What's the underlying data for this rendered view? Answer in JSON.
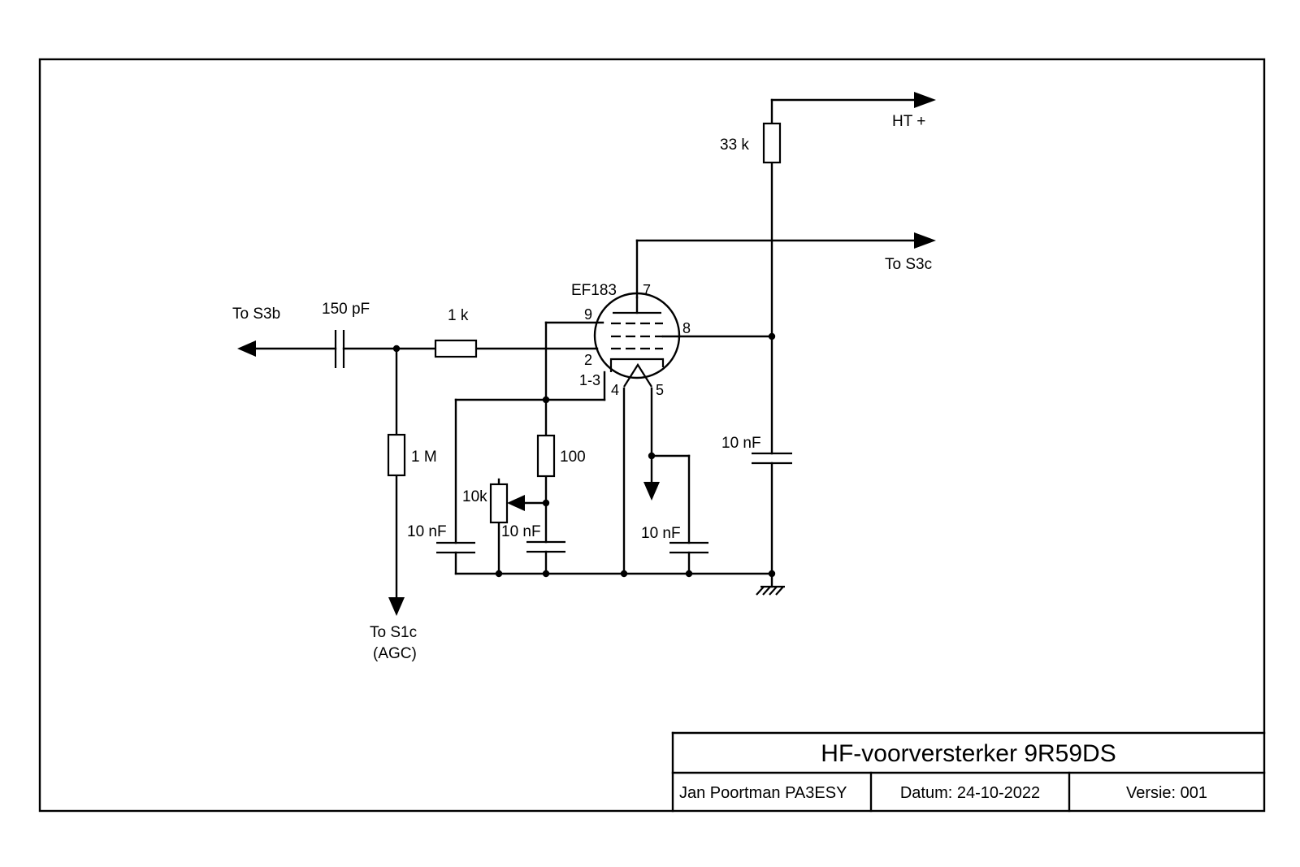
{
  "title_block": {
    "title": "HF-voorversterker 9R59DS",
    "author": "Jan Poortman  PA3ESY",
    "date": "Datum: 24-10-2022",
    "version": "Versie:  001"
  },
  "tube": {
    "type": "EF183",
    "pins": {
      "p7": "7",
      "p8": "8",
      "p9": "9",
      "p2": "2",
      "p13": "1-3",
      "p4": "4",
      "p5": "5"
    }
  },
  "components": {
    "c_input": "150 pF",
    "r_grid": "1 k",
    "r_agc": "1 M",
    "r_anode": "33 k",
    "r_cathode": "100",
    "pot": "10k",
    "c_screen": "10 nF",
    "c_g3": "10 nF",
    "c_cathode": "10 nF",
    "c_heater": "10 nF"
  },
  "connections": {
    "s3b": "To S3b",
    "s3c": "To S3c",
    "ht": "HT +",
    "s1c": "To S1c",
    "s1c_sub": "(AGC)"
  }
}
